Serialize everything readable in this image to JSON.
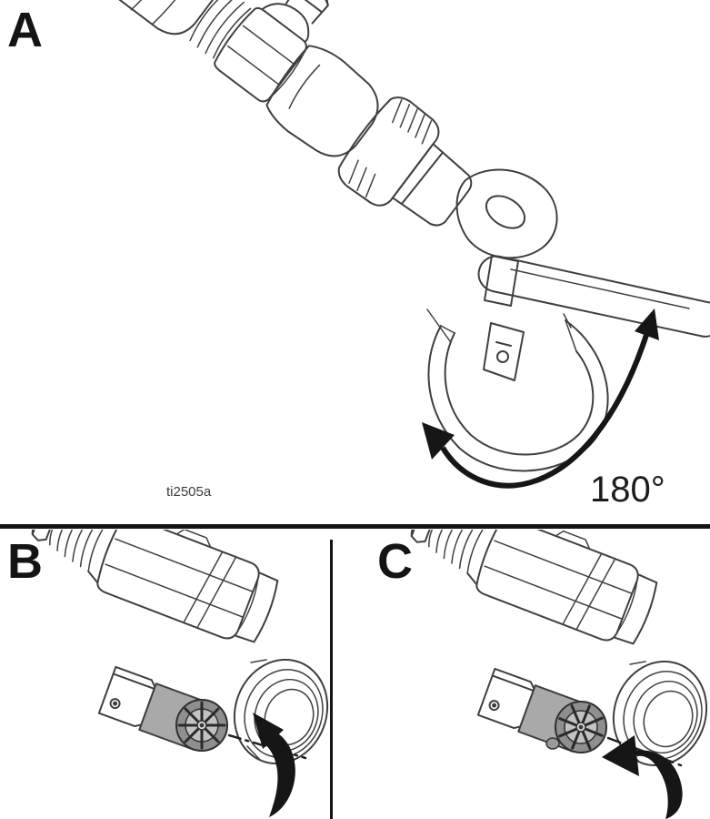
{
  "figure": {
    "kind": "technical-illustration",
    "panels": {
      "a": {
        "label": "A",
        "caption": "ti2505a",
        "rotation_annotation": "180°",
        "subject": "spray-gun-with-hose",
        "arrow_icon": "curved-double-arrow-180"
      },
      "b": {
        "label": "B",
        "subject": "valve-with-spray-tip",
        "arrow_icon": "rotate-tip-clockwise-arrow"
      },
      "c": {
        "label": "C",
        "subject": "valve-with-spray-tip",
        "arrow_icon": "rotate-tip-counterclockwise-arrow"
      }
    }
  },
  "colors": {
    "background": "#ffffff",
    "line": "#3f3f3f",
    "ink": "#161616",
    "tip_gray": "#a9a9a9",
    "tip_face_gray": "#8f8f8f"
  }
}
